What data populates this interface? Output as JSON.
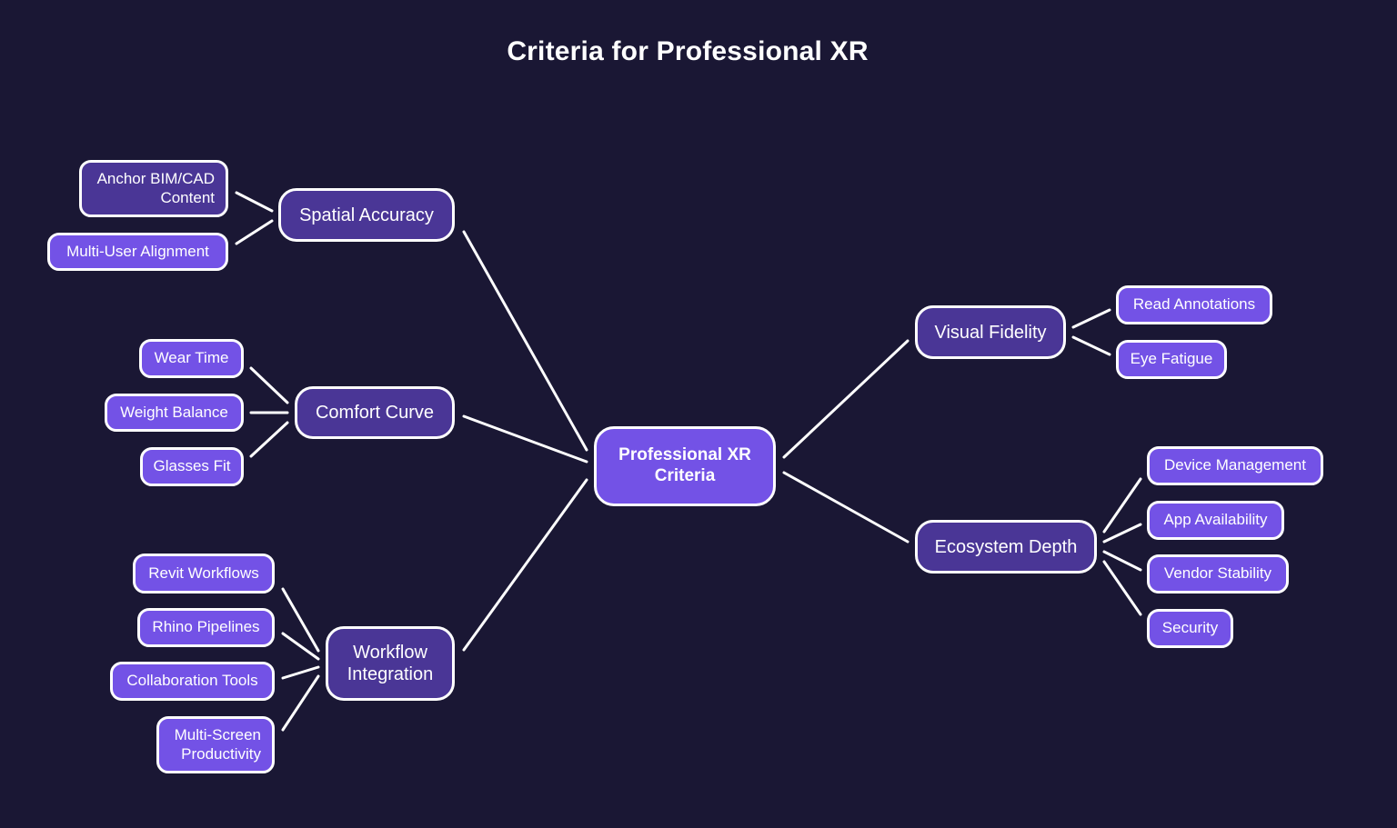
{
  "title": "Criteria for Professional XR",
  "center": "Professional XR Criteria",
  "branches": {
    "spatial": {
      "label": "Spatial Accuracy",
      "leaves": [
        "Anchor BIM/CAD Content",
        "Multi-User Alignment"
      ]
    },
    "comfort": {
      "label": "Comfort Curve",
      "leaves": [
        "Wear Time",
        "Weight Balance",
        "Glasses Fit"
      ]
    },
    "workflow": {
      "label": "Workflow Integration",
      "leaves": [
        "Revit Workflows",
        "Rhino Pipelines",
        "Collaboration Tools",
        "Multi-Screen Productivity"
      ]
    },
    "visual": {
      "label": "Visual Fidelity",
      "leaves": [
        "Read Annotations",
        "Eye Fatigue"
      ]
    },
    "ecosystem": {
      "label": "Ecosystem Depth",
      "leaves": [
        "Device Management",
        "App Availability",
        "Vendor Stability",
        "Security"
      ]
    }
  },
  "colors": {
    "background": "#1a1734",
    "node_light": "#7352e6",
    "node_dark": "#4a3696",
    "outline": "#ffffff"
  }
}
